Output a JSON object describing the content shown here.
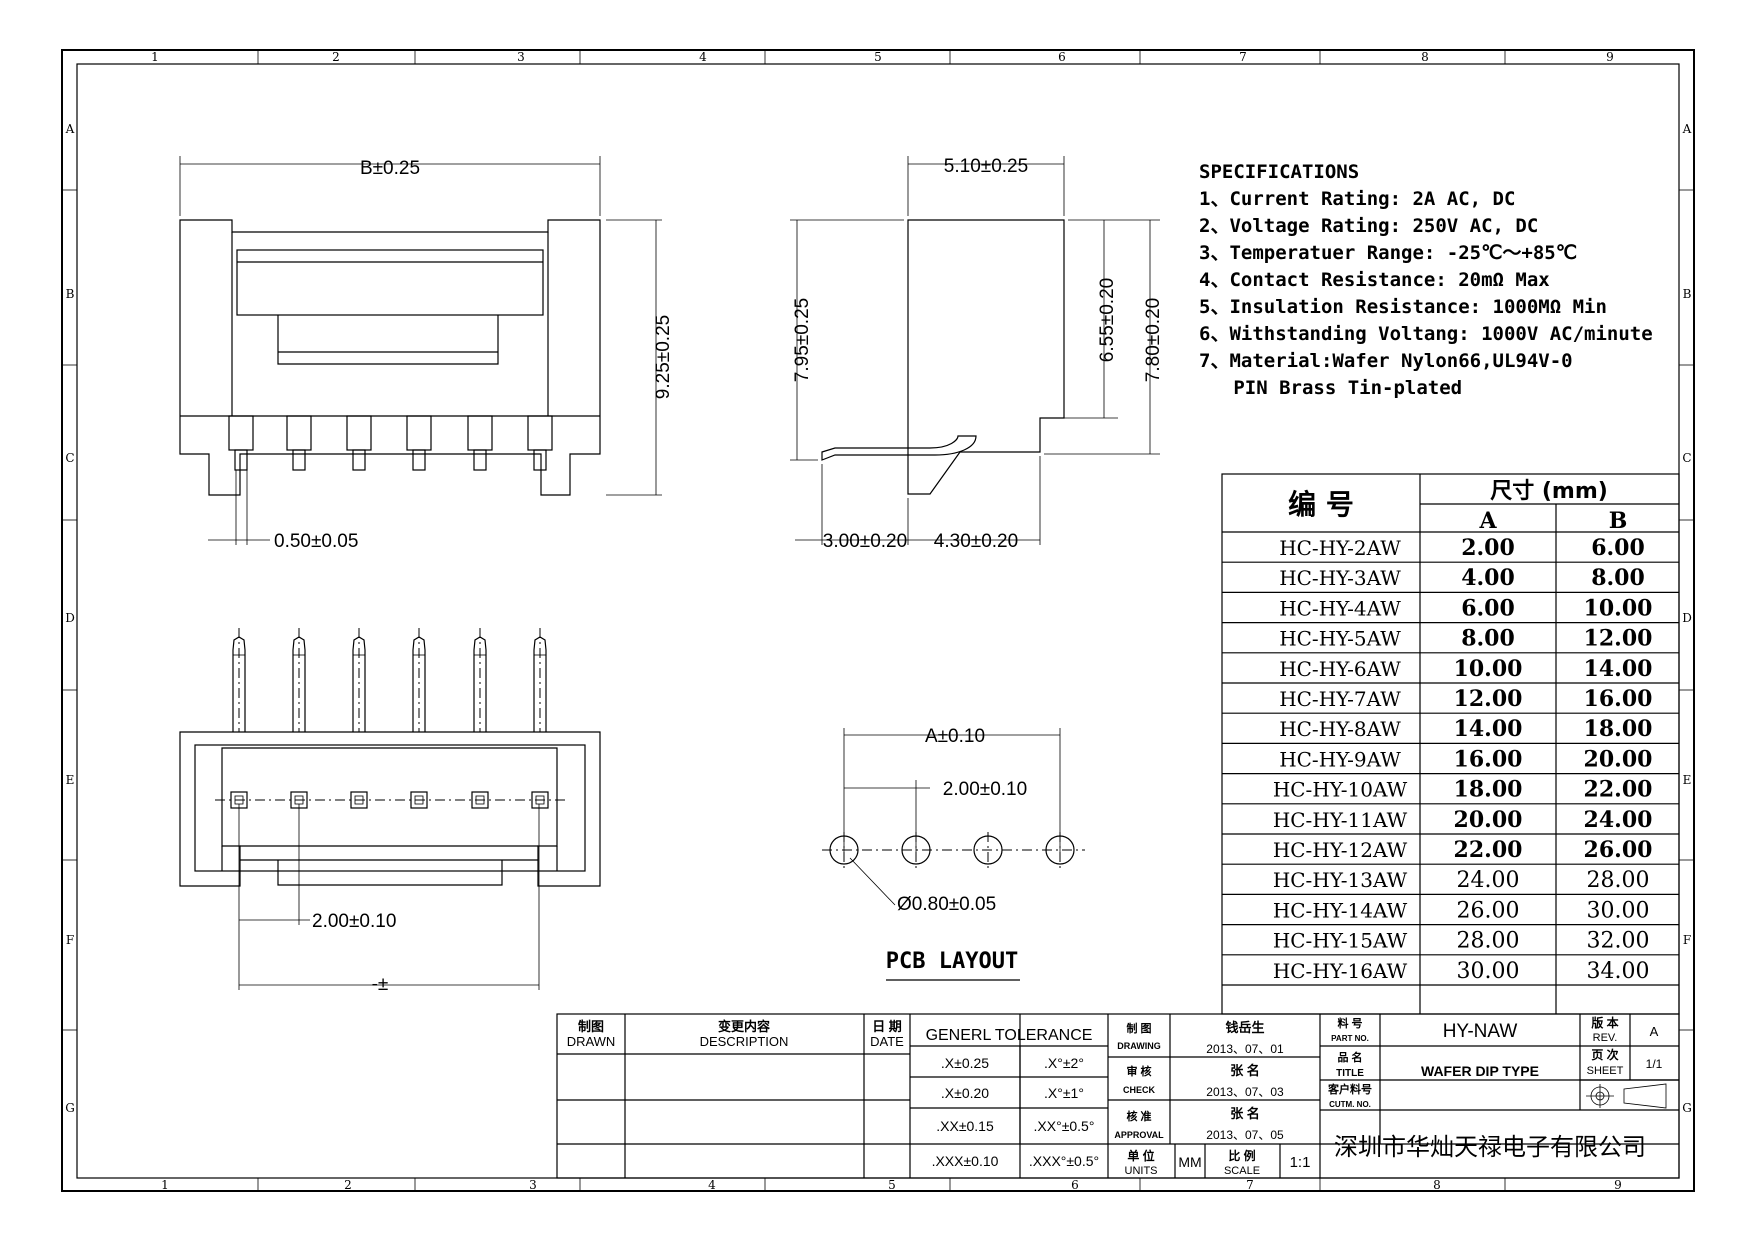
{
  "frame": {
    "top_numbers": [
      "1",
      "2",
      "3",
      "4",
      "5",
      "6",
      "7",
      "8",
      "9"
    ],
    "bottom_numbers": [
      "1",
      "2",
      "3",
      "4",
      "5",
      "6",
      "7",
      "8",
      "9"
    ],
    "side_letters": [
      "A",
      "B",
      "C",
      "D",
      "E",
      "F",
      "G"
    ]
  },
  "dims": {
    "front_width": "B±0.25",
    "front_height": "9.25±0.25",
    "pin_width": "0.50±0.05",
    "side_top": "5.10±0.25",
    "side_left": "7.95±0.25",
    "side_right1": "6.55±0.20",
    "side_right2": "7.80±0.20",
    "side_bottom1": "3.00±0.20",
    "side_bottom2": "4.30±0.20",
    "top_pitch": "2.00±0.10",
    "top_total": "-±",
    "pcb_total": "A±0.10",
    "pcb_pitch": "2.00±0.10",
    "pcb_hole": "Ø0.80±0.05",
    "pcb_title": "PCB LAYOUT"
  },
  "specs": {
    "title": "SPECIFICATIONS",
    "lines": [
      "1、Current Rating: 2A AC, DC",
      "2、Voltage Rating: 250V AC, DC",
      "3、Temperatuer Range: -25℃～+85℃",
      "4、Contact Resistance: 20mΩ Max",
      "5、Insulation Resistance: 1000MΩ Min",
      "6、Withstanding Voltang: 1000V AC/minute",
      "7、Material:Wafer Nylon66,UL94V-0",
      "   PIN Brass Tin-plated"
    ]
  },
  "table": {
    "header_no": "编  号",
    "header_size": "尺寸 (mm)",
    "col_a": "A",
    "col_b": "B",
    "rows": [
      {
        "model": "HC-HY-2AW",
        "a": "2.00",
        "b": "6.00"
      },
      {
        "model": "HC-HY-3AW",
        "a": "4.00",
        "b": "8.00"
      },
      {
        "model": "HC-HY-4AW",
        "a": "6.00",
        "b": "10.00"
      },
      {
        "model": "HC-HY-5AW",
        "a": "8.00",
        "b": "12.00"
      },
      {
        "model": "HC-HY-6AW",
        "a": "10.00",
        "b": "14.00"
      },
      {
        "model": "HC-HY-7AW",
        "a": "12.00",
        "b": "16.00"
      },
      {
        "model": "HC-HY-8AW",
        "a": "14.00",
        "b": "18.00"
      },
      {
        "model": "HC-HY-9AW",
        "a": "16.00",
        "b": "20.00"
      },
      {
        "model": "HC-HY-10AW",
        "a": "18.00",
        "b": "22.00"
      },
      {
        "model": "HC-HY-11AW",
        "a": "20.00",
        "b": "24.00"
      },
      {
        "model": "HC-HY-12AW",
        "a": "22.00",
        "b": "26.00"
      },
      {
        "model": "HC-HY-13AW",
        "a": "24.00",
        "b": "28.00"
      },
      {
        "model": "HC-HY-14AW",
        "a": "26.00",
        "b": "30.00"
      },
      {
        "model": "HC-HY-15AW",
        "a": "28.00",
        "b": "32.00"
      },
      {
        "model": "HC-HY-16AW",
        "a": "30.00",
        "b": "34.00"
      }
    ]
  },
  "title_block": {
    "draw_cn": "制图",
    "draw_en": "DRAWN",
    "desc_cn": "变更内容",
    "desc_en": "DESCRIPTION",
    "date_cn": "日 期",
    "date_en": "DATE",
    "tolerance_title": "GENERL TOLERANCE",
    "tol": [
      [
        ".X±0.25",
        ".X°±2°"
      ],
      [
        ".X±0.20",
        ".X°±1°"
      ],
      [
        ".XX±0.15",
        ".XX°±0.5°"
      ],
      [
        ".XXX±0.10",
        ".XXX°±0.5°"
      ]
    ],
    "drawing_cn": "制 图",
    "drawing_en": "DRAWING",
    "check_cn": "审 核",
    "check_en": "CHECK",
    "approval_cn": "核 准",
    "approval_en": "APPROVAL",
    "drawer": "钱岳生",
    "drawing_date": "2013、07、01",
    "checker": "张 名",
    "check_date": "2013、07、03",
    "approver": "张 名",
    "approval_date": "2013、07、05",
    "unit_cn": "单 位",
    "unit_en": "UNITS",
    "unit_val": "MM",
    "scale_cn": "比 例",
    "scale_en": "SCALE",
    "scale_val": "1:1",
    "part_cn": "料 号",
    "part_en": "PART NO.",
    "part_val": "HY-NAW",
    "title_cn": "品 名",
    "title_en": "TITLE",
    "title_val": "WAFER DIP TYPE",
    "cust_cn": "客户料号",
    "cust_en": "CUTM. NO.",
    "rev_cn": "版 本",
    "rev_en": "REV.",
    "rev_val": "A",
    "sheet_cn": "页 次",
    "sheet_en": "SHEET",
    "sheet_val": "1/1",
    "company": "深圳市华灿天禄电子有限公司"
  }
}
